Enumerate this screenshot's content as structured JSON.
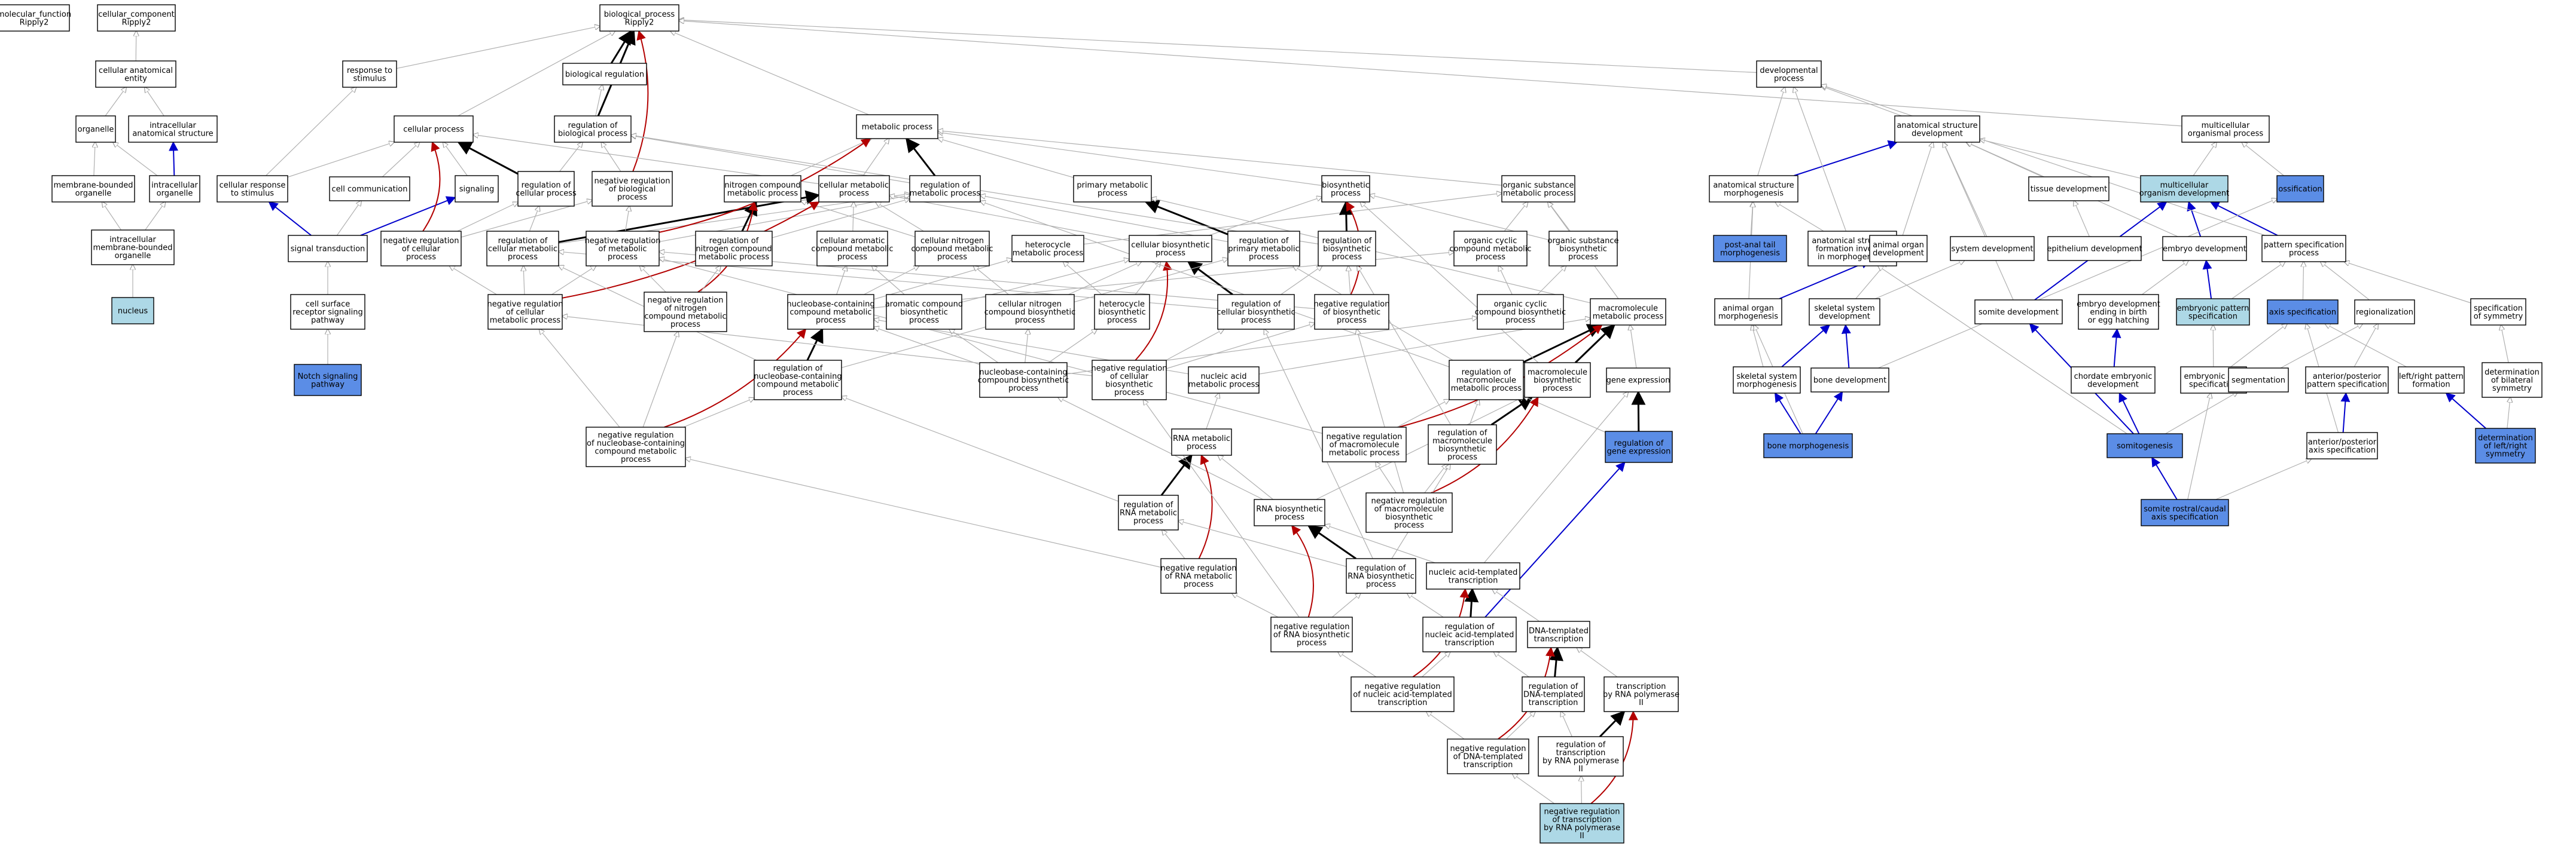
{
  "colors": {
    "default_fill": "#ffffff",
    "highlight_light": "#add8e6",
    "highlight_dark": "#5b8de6",
    "edge_is_a": "#b0b0b0",
    "edge_part_of": "#000000",
    "edge_regulates": "#0000cc",
    "edge_neg_regulates": "#b30000"
  },
  "nodes": [
    {
      "id": "mf",
      "lines": [
        "molecular_function",
        "Ripply2"
      ],
      "style": "default"
    },
    {
      "id": "cc",
      "lines": [
        "cellular_component",
        "Ripply2"
      ],
      "style": "default"
    },
    {
      "id": "bp",
      "lines": [
        "biological_process",
        "Ripply2"
      ],
      "style": "default"
    },
    {
      "id": "cae",
      "lines": [
        "cellular anatomical",
        "entity"
      ],
      "style": "default"
    },
    {
      "id": "org",
      "lines": [
        "organelle"
      ],
      "style": "default"
    },
    {
      "id": "ias",
      "lines": [
        "intracellular",
        "anatomical structure"
      ],
      "style": "default"
    },
    {
      "id": "mbo",
      "lines": [
        "membrane-bounded",
        "organelle"
      ],
      "style": "default"
    },
    {
      "id": "io",
      "lines": [
        "intracellular",
        "organelle"
      ],
      "style": "default"
    },
    {
      "id": "imbo",
      "lines": [
        "intracellular",
        "membrane-bounded",
        "organelle"
      ],
      "style": "default"
    },
    {
      "id": "nucleus",
      "lines": [
        "nucleus"
      ],
      "style": "light"
    },
    {
      "id": "rts",
      "lines": [
        "response to",
        "stimulus"
      ],
      "style": "default"
    },
    {
      "id": "bioreg",
      "lines": [
        "biological regulation"
      ],
      "style": "default"
    },
    {
      "id": "cellproc",
      "lines": [
        "cellular process"
      ],
      "style": "default"
    },
    {
      "id": "regbp",
      "lines": [
        "regulation of",
        "biological process"
      ],
      "style": "default"
    },
    {
      "id": "crts",
      "lines": [
        "cellular response",
        "to stimulus"
      ],
      "style": "default"
    },
    {
      "id": "cellcomm",
      "lines": [
        "cell communication"
      ],
      "style": "default"
    },
    {
      "id": "signaling",
      "lines": [
        "signaling"
      ],
      "style": "default"
    },
    {
      "id": "regcp",
      "lines": [
        "regulation of",
        "cellular process"
      ],
      "style": "default"
    },
    {
      "id": "nrbp",
      "lines": [
        "negative regulation",
        "of biological",
        "process"
      ],
      "style": "default"
    },
    {
      "id": "sigtrans",
      "lines": [
        "signal transduction"
      ],
      "style": "default"
    },
    {
      "id": "nrcp",
      "lines": [
        "negative regulation",
        "of cellular",
        "process"
      ],
      "style": "default"
    },
    {
      "id": "csrsp",
      "lines": [
        "cell surface",
        "receptor signaling",
        "pathway"
      ],
      "style": "default"
    },
    {
      "id": "notch",
      "lines": [
        "Notch signaling",
        "pathway"
      ],
      "style": "dark"
    },
    {
      "id": "metproc",
      "lines": [
        "metabolic process"
      ],
      "style": "default"
    },
    {
      "id": "ncmp",
      "lines": [
        "nitrogen compound",
        "metabolic process"
      ],
      "style": "default"
    },
    {
      "id": "cmp",
      "lines": [
        "cellular metabolic",
        "process"
      ],
      "style": "default"
    },
    {
      "id": "regmp",
      "lines": [
        "regulation of",
        "metabolic process"
      ],
      "style": "default"
    },
    {
      "id": "primmp",
      "lines": [
        "primary metabolic",
        "process"
      ],
      "style": "default"
    },
    {
      "id": "regcmp",
      "lines": [
        "regulation of",
        "cellular metabolic",
        "process"
      ],
      "style": "default"
    },
    {
      "id": "nrmp",
      "lines": [
        "negative regulation",
        "of metabolic",
        "process"
      ],
      "style": "default"
    },
    {
      "id": "regncmp",
      "lines": [
        "regulation of",
        "nitrogen compound",
        "metabolic process"
      ],
      "style": "default"
    },
    {
      "id": "cacmp",
      "lines": [
        "cellular aromatic",
        "compound metabolic",
        "process"
      ],
      "style": "default"
    },
    {
      "id": "cncmp",
      "lines": [
        "cellular nitrogen",
        "compound metabolic",
        "process"
      ],
      "style": "default"
    },
    {
      "id": "hetmp",
      "lines": [
        "heterocycle",
        "metabolic process"
      ],
      "style": "default"
    },
    {
      "id": "cbp",
      "lines": [
        "cellular biosynthetic",
        "process"
      ],
      "style": "default"
    },
    {
      "id": "regpmp",
      "lines": [
        "regulation of",
        "primary metabolic",
        "process"
      ],
      "style": "default"
    },
    {
      "id": "biosyn",
      "lines": [
        "biosynthetic",
        "process"
      ],
      "style": "default"
    },
    {
      "id": "regbsp",
      "lines": [
        "regulation of",
        "biosynthetic",
        "process"
      ],
      "style": "default"
    },
    {
      "id": "osmp",
      "lines": [
        "organic substance",
        "metabolic process"
      ],
      "style": "default"
    },
    {
      "id": "occmp",
      "lines": [
        "organic cyclic",
        "compound metabolic",
        "process"
      ],
      "style": "default"
    },
    {
      "id": "osbp",
      "lines": [
        "organic substance",
        "biosynthetic",
        "process"
      ],
      "style": "default"
    },
    {
      "id": "nrcmp",
      "lines": [
        "negative regulation",
        "of cellular",
        "metabolic process"
      ],
      "style": "default"
    },
    {
      "id": "nrncmp",
      "lines": [
        "negative regulation",
        "of nitrogen",
        "compound metabolic",
        "process"
      ],
      "style": "default"
    },
    {
      "id": "nbccmp",
      "lines": [
        "nucleobase-containing",
        "compound metabolic",
        "process"
      ],
      "style": "default"
    },
    {
      "id": "acbp",
      "lines": [
        "aromatic compound",
        "biosynthetic",
        "process"
      ],
      "style": "default"
    },
    {
      "id": "cncbp",
      "lines": [
        "cellular nitrogen",
        "compound biosynthetic",
        "process"
      ],
      "style": "default"
    },
    {
      "id": "hetbp",
      "lines": [
        "heterocycle",
        "biosynthetic",
        "process"
      ],
      "style": "default"
    },
    {
      "id": "regcbp",
      "lines": [
        "regulation of",
        "cellular biosynthetic",
        "process"
      ],
      "style": "default"
    },
    {
      "id": "nrbsp",
      "lines": [
        "negative regulation",
        "of biosynthetic",
        "process"
      ],
      "style": "default"
    },
    {
      "id": "occbp",
      "lines": [
        "organic cyclic",
        "compound biosynthetic",
        "process"
      ],
      "style": "default"
    },
    {
      "id": "macromp",
      "lines": [
        "macromolecule",
        "metabolic process"
      ],
      "style": "default"
    },
    {
      "id": "regnbccmp",
      "lines": [
        "regulation of",
        "nucleobase-containing",
        "compound metabolic",
        "process"
      ],
      "style": "default"
    },
    {
      "id": "nbccbp",
      "lines": [
        "nucleobase-containing",
        "compound biosynthetic",
        "process"
      ],
      "style": "default"
    },
    {
      "id": "nrcbp",
      "lines": [
        "negative regulation",
        "of cellular",
        "biosynthetic",
        "process"
      ],
      "style": "default"
    },
    {
      "id": "namp",
      "lines": [
        "nucleic acid",
        "metabolic process"
      ],
      "style": "default"
    },
    {
      "id": "regmmp",
      "lines": [
        "regulation of",
        "macromolecule",
        "metabolic process"
      ],
      "style": "default"
    },
    {
      "id": "mbsp",
      "lines": [
        "macromolecule",
        "biosynthetic",
        "process"
      ],
      "style": "default"
    },
    {
      "id": "geneexp",
      "lines": [
        "gene expression"
      ],
      "style": "default"
    },
    {
      "id": "nrnbccmp",
      "lines": [
        "negative regulation",
        "of nucleobase-containing",
        "compound metabolic",
        "process"
      ],
      "style": "default"
    },
    {
      "id": "rnamp",
      "lines": [
        "RNA metabolic",
        "process"
      ],
      "style": "default"
    },
    {
      "id": "nrmmp",
      "lines": [
        "negative regulation",
        "of macromolecule",
        "metabolic process"
      ],
      "style": "default"
    },
    {
      "id": "regmbp",
      "lines": [
        "regulation of",
        "macromolecule",
        "biosynthetic",
        "process"
      ],
      "style": "default"
    },
    {
      "id": "reggeneexp",
      "lines": [
        "regulation of",
        "gene expression"
      ],
      "style": "dark"
    },
    {
      "id": "regrnamp",
      "lines": [
        "regulation of",
        "RNA metabolic",
        "process"
      ],
      "style": "default"
    },
    {
      "id": "rnabp",
      "lines": [
        "RNA biosynthetic",
        "process"
      ],
      "style": "default"
    },
    {
      "id": "nrmbp",
      "lines": [
        "negative regulation",
        "of macromolecule",
        "biosynthetic",
        "process"
      ],
      "style": "default"
    },
    {
      "id": "nrrnamp",
      "lines": [
        "negative regulation",
        "of RNA metabolic",
        "process"
      ],
      "style": "default"
    },
    {
      "id": "regrnabp",
      "lines": [
        "regulation of",
        "RNA biosynthetic",
        "process"
      ],
      "style": "default"
    },
    {
      "id": "natt",
      "lines": [
        "nucleic acid-templated",
        "transcription"
      ],
      "style": "default"
    },
    {
      "id": "nrrnabp",
      "lines": [
        "negative regulation",
        "of RNA biosynthetic",
        "process"
      ],
      "style": "default"
    },
    {
      "id": "regnatt",
      "lines": [
        "regulation of",
        "nucleic acid-templated",
        "transcription"
      ],
      "style": "default"
    },
    {
      "id": "dtt",
      "lines": [
        "DNA-templated",
        "transcription"
      ],
      "style": "default"
    },
    {
      "id": "nrnatt",
      "lines": [
        "negative regulation",
        "of nucleic acid-templated",
        "transcription"
      ],
      "style": "default"
    },
    {
      "id": "regdtt",
      "lines": [
        "regulation of",
        "DNA-templated",
        "transcription"
      ],
      "style": "default"
    },
    {
      "id": "tbrp2",
      "lines": [
        "transcription",
        "by RNA polymerase",
        "II"
      ],
      "style": "default"
    },
    {
      "id": "nrdtt",
      "lines": [
        "negative regulation",
        "of DNA-templated",
        "transcription"
      ],
      "style": "default"
    },
    {
      "id": "regtbrp2",
      "lines": [
        "regulation of",
        "transcription",
        "by RNA polymerase",
        "II"
      ],
      "style": "default"
    },
    {
      "id": "nrtbrp2",
      "lines": [
        "negative regulation",
        "of transcription",
        "by RNA polymerase",
        "II"
      ],
      "style": "light"
    },
    {
      "id": "devproc",
      "lines": [
        "developmental",
        "process"
      ],
      "style": "default"
    },
    {
      "id": "asdev",
      "lines": [
        "anatomical structure",
        "development"
      ],
      "style": "default"
    },
    {
      "id": "multiorg",
      "lines": [
        "multicellular",
        "organismal process"
      ],
      "style": "default"
    },
    {
      "id": "asm",
      "lines": [
        "anatomical structure",
        "morphogenesis"
      ],
      "style": "default"
    },
    {
      "id": "tissuedev",
      "lines": [
        "tissue development"
      ],
      "style": "default"
    },
    {
      "id": "mcod",
      "lines": [
        "multicellular",
        "organism development"
      ],
      "style": "light"
    },
    {
      "id": "ossif",
      "lines": [
        "ossification"
      ],
      "style": "dark"
    },
    {
      "id": "pat",
      "lines": [
        "post-anal tail",
        "morphogenesis"
      ],
      "style": "dark"
    },
    {
      "id": "asfim",
      "lines": [
        "anatomical structure",
        "formation involved",
        "in morphogenesis"
      ],
      "style": "default"
    },
    {
      "id": "aod",
      "lines": [
        "animal organ",
        "development"
      ],
      "style": "default"
    },
    {
      "id": "sysdev",
      "lines": [
        "system development"
      ],
      "style": "default"
    },
    {
      "id": "epidev",
      "lines": [
        "epithelium development"
      ],
      "style": "default"
    },
    {
      "id": "embdev",
      "lines": [
        "embryo development"
      ],
      "style": "default"
    },
    {
      "id": "psp",
      "lines": [
        "pattern specification",
        "process"
      ],
      "style": "default"
    },
    {
      "id": "aom",
      "lines": [
        "animal organ",
        "morphogenesis"
      ],
      "style": "default"
    },
    {
      "id": "sksd",
      "lines": [
        "skeletal system",
        "development"
      ],
      "style": "default"
    },
    {
      "id": "somdev",
      "lines": [
        "somite development"
      ],
      "style": "default"
    },
    {
      "id": "edeb",
      "lines": [
        "embryo development",
        "ending in birth",
        "or egg hatching"
      ],
      "style": "default"
    },
    {
      "id": "eps",
      "lines": [
        "embryonic pattern",
        "specification"
      ],
      "style": "light"
    },
    {
      "id": "axspec",
      "lines": [
        "axis specification"
      ],
      "style": "dark"
    },
    {
      "id": "regionaliz",
      "lines": [
        "regionalization"
      ],
      "style": "default"
    },
    {
      "id": "symspec",
      "lines": [
        "specification",
        "of symmetry"
      ],
      "style": "default"
    },
    {
      "id": "sksm",
      "lines": [
        "skeletal system",
        "morphogenesis"
      ],
      "style": "default"
    },
    {
      "id": "bonedev",
      "lines": [
        "bone development"
      ],
      "style": "default"
    },
    {
      "id": "ced",
      "lines": [
        "chordate embryonic",
        "development"
      ],
      "style": "default"
    },
    {
      "id": "eas",
      "lines": [
        "embryonic axis",
        "specification"
      ],
      "style": "default"
    },
    {
      "id": "segm",
      "lines": [
        "segmentation"
      ],
      "style": "default"
    },
    {
      "id": "apps",
      "lines": [
        "anterior/posterior",
        "pattern specification"
      ],
      "style": "default"
    },
    {
      "id": "lrpf",
      "lines": [
        "left/right pattern",
        "formation"
      ],
      "style": "default"
    },
    {
      "id": "dbs",
      "lines": [
        "determination",
        "of bilateral",
        "symmetry"
      ],
      "style": "default"
    },
    {
      "id": "bonemorph",
      "lines": [
        "bone morphogenesis"
      ],
      "style": "dark"
    },
    {
      "id": "somito",
      "lines": [
        "somitogenesis"
      ],
      "style": "dark"
    },
    {
      "id": "apas",
      "lines": [
        "anterior/posterior",
        "axis specification"
      ],
      "style": "default"
    },
    {
      "id": "dlrs",
      "lines": [
        "determination",
        "of left/right",
        "symmetry"
      ],
      "style": "dark"
    },
    {
      "id": "srcas",
      "lines": [
        "somite rostral/caudal",
        "axis specification"
      ],
      "style": "dark"
    }
  ]
}
